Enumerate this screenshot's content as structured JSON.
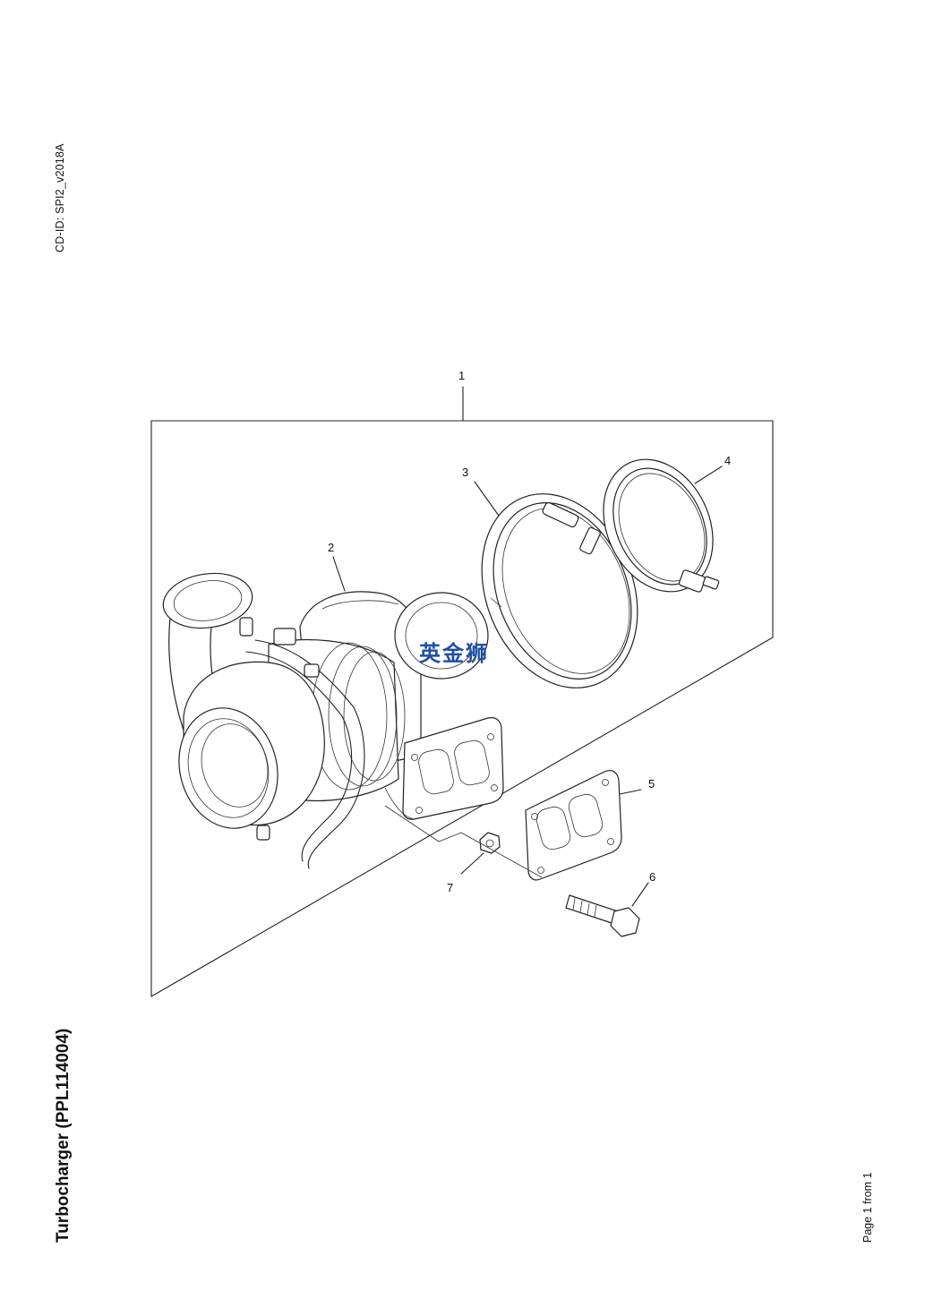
{
  "header": {
    "cd_id": "CD-ID: SPI2_v2018A"
  },
  "footer": {
    "title": "Turbocharger (PPL114004)",
    "page_indicator": "Page 1 from 1"
  },
  "watermark": {
    "text": "英金狮"
  },
  "callouts": [
    {
      "number": "1",
      "part": "turbocharger-assembly"
    },
    {
      "number": "2",
      "part": "turbocharger"
    },
    {
      "number": "3",
      "part": "v-band-clamp"
    },
    {
      "number": "4",
      "part": "clamp-ring"
    },
    {
      "number": "5",
      "part": "gasket"
    },
    {
      "number": "6",
      "part": "bolt"
    },
    {
      "number": "7",
      "part": "nut"
    }
  ]
}
